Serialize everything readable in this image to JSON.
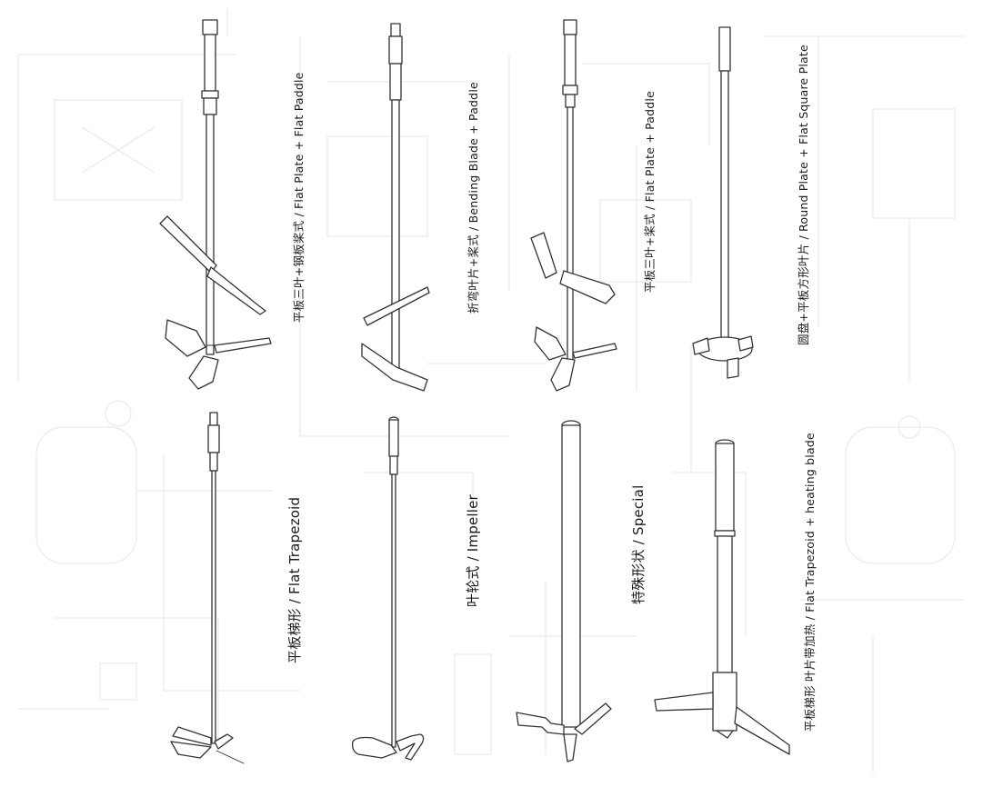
{
  "agitators": [
    {
      "label": "平板三叶+钢板桨式 / Flat Plate + Flat Paddle"
    },
    {
      "label": "折弯叶片+桨式 / Bending Blade + Paddle"
    },
    {
      "label": "平板三叶+桨式 / Flat Plate + Paddle"
    },
    {
      "label": "圆盘+平板方形叶片 / Round Plate + Flat Square Plate"
    },
    {
      "label": "平板梯形 / Flat Trapezoid"
    },
    {
      "label": "叶轮式 / Impeller"
    },
    {
      "label": "特殊形状 / Special"
    },
    {
      "label": "平板梯形 叶片带加热 / Flat Trapezoid + heating blade"
    }
  ]
}
